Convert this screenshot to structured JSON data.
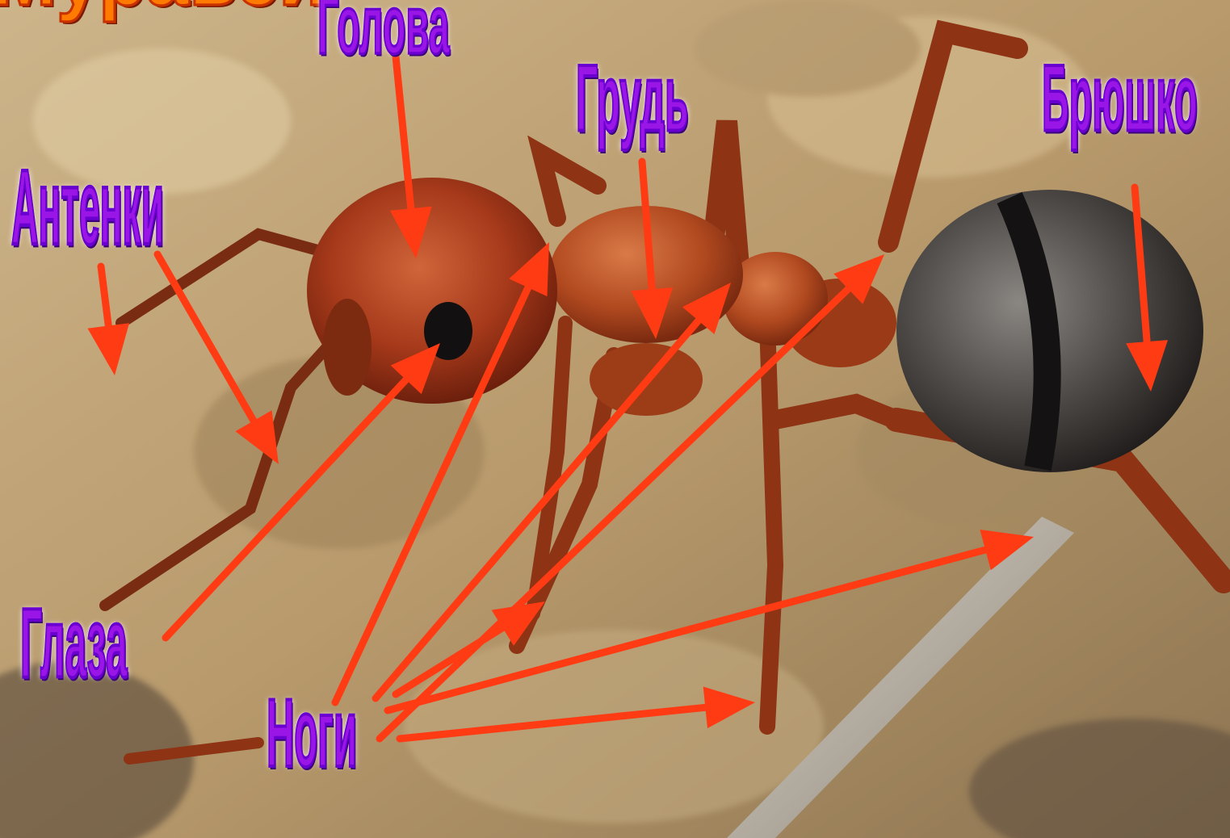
{
  "title": "Муравей",
  "labels": {
    "head": "Голова",
    "thorax": "Грудь",
    "abdomen": "Брюшко",
    "antennae": "Антенки",
    "eyes": "Глаза",
    "legs": "Ноги"
  },
  "colors": {
    "label": "#9a16e6",
    "title": "#ff7a00",
    "arrow": "#ff3b14",
    "ground": "#bfa072",
    "ant_body": "#a23a16",
    "ant_gaster": "#3a3634"
  }
}
